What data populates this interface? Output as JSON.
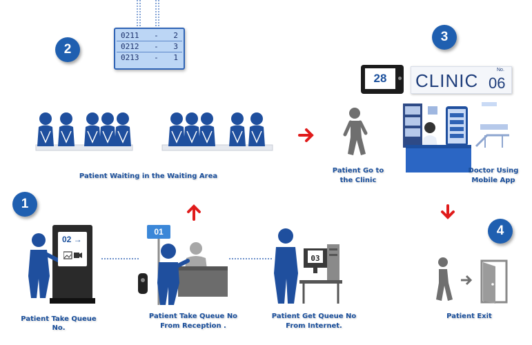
{
  "steps": [
    "1",
    "2",
    "3",
    "4"
  ],
  "queue_board": [
    {
      "code": "0211",
      "sep": "-",
      "value": "2"
    },
    {
      "code": "0212",
      "sep": "-",
      "value": "3"
    },
    {
      "code": "0213",
      "sep": "-",
      "value": "1"
    }
  ],
  "room_number": "28",
  "clinic_sign": {
    "word": "CLINIC",
    "no_label": "No.",
    "number": "06"
  },
  "kiosk_display": "02 →",
  "reception_ticket": "01",
  "pc_display": "03",
  "captions": {
    "waiting": "Patient Waiting in the Waiting Area",
    "go_clinic_1": "Patient Go to",
    "go_clinic_2": "the Clinic",
    "doctor_1": "Doctor Using",
    "doctor_2": "Mobile App",
    "take_queue": "Patient Take Queue No.",
    "reception_1": "Patient Take Queue No",
    "reception_2": "From Reception .",
    "internet_1": "Patient Get Queue No",
    "internet_2": "From Internet.",
    "exit": "Patient Exit"
  },
  "colors": {
    "accent": "#1f5fb0",
    "figure": "#1f4f9e",
    "arrow": "#e01b1b",
    "grey": "#6f6f6f"
  }
}
